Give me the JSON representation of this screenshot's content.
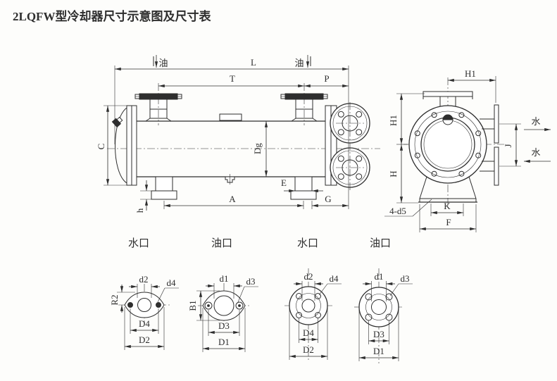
{
  "title": "2LQFW型冷却器尺寸示意图及尺寸表",
  "colors": {
    "title": "#9c3a33",
    "line": "#2e2e2e"
  },
  "main_view": {
    "labels": {
      "L": "L",
      "T": "T",
      "P": "P",
      "oil_left": "油",
      "oil_right": "油",
      "C": "C",
      "Dg": "Dg",
      "A": "A",
      "E": "E",
      "G": "G",
      "h": "h"
    }
  },
  "end_view": {
    "labels": {
      "H1_top": "H1",
      "H1_side": "H1",
      "H": "H",
      "J": "J",
      "K": "K",
      "F": "F",
      "foot_holes": "4-d5",
      "water_top": "水",
      "water_bottom": "水"
    }
  },
  "port_views": {
    "water_oval": {
      "title": "水口",
      "d_top": "d2",
      "d_bolt": "d4",
      "height": "R2",
      "bolt_span": "D4",
      "width": "D2"
    },
    "oil_oval": {
      "title": "油口",
      "d_top": "d1",
      "d_bolt": "d3",
      "height": "B1",
      "bolt_span": "D3",
      "width": "D1"
    },
    "water_round": {
      "title": "水口",
      "d_top": "d2",
      "d_bolt": "d4",
      "bolt_span": "D4",
      "width": "D2"
    },
    "oil_round": {
      "title": "油口",
      "d_top": "d1",
      "d_bolt": "d3",
      "bolt_span": "D3",
      "width": "D1"
    }
  }
}
